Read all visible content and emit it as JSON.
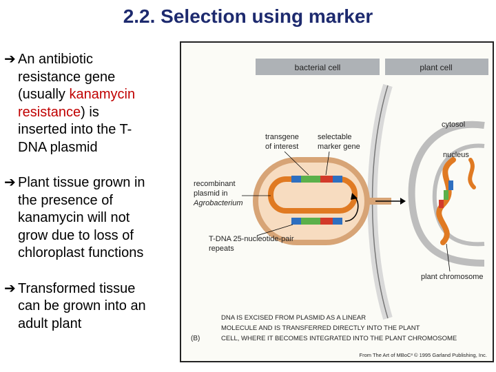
{
  "title": "2.2. Selection using marker",
  "bullets": [
    {
      "lines": [
        "An antibiotic",
        "resistance gene",
        "(usually ",
        "kanamycin",
        "resistance",
        ") is",
        "inserted into the T-",
        "DNA  plasmid"
      ]
    },
    {
      "lines": [
        "Plant tissue grown in",
        "the presence of",
        "kanamycin will not",
        "grow due to loss of",
        "chloroplast functions"
      ]
    },
    {
      "lines": [
        "Transformed tissue",
        "can be grown into an",
        "adult plant"
      ]
    }
  ],
  "figure": {
    "header_left": "bacterial cell",
    "header_right": "plant cell",
    "cytosol": "cytosol",
    "nucleus": "nucleus",
    "transgene": [
      "transgene",
      "of interest"
    ],
    "selectable": [
      "selectable",
      "marker gene"
    ],
    "recombinant": [
      "recombinant",
      "plasmid in",
      "Agrobacterium"
    ],
    "tdna": [
      "T-DNA 25-nucleotide-pair",
      "repeats"
    ],
    "plant_chromosome": "plant chromosome",
    "panel_letter": "(B)",
    "caption": [
      "DNA IS EXCISED FROM PLASMID AS A LINEAR",
      "MOLECULE AND IS TRANSFERRED DIRECTLY INTO THE PLANT",
      "CELL, WHERE IT BECOMES INTEGRATED INTO THE PLANT CHROMOSOME"
    ],
    "credit": "From The Art of MBoC³ © 1995 Garland Publishing, Inc."
  },
  "colors": {
    "title": "#1d2a6e",
    "highlight": "#c00000",
    "header_bar": "#aeb2b6",
    "membrane": "#f2c9a0",
    "plasmid": "#e07a22",
    "marker_green": "#5bb04a",
    "marker_blue": "#2e6fc0",
    "marker_red": "#d23a2a"
  }
}
